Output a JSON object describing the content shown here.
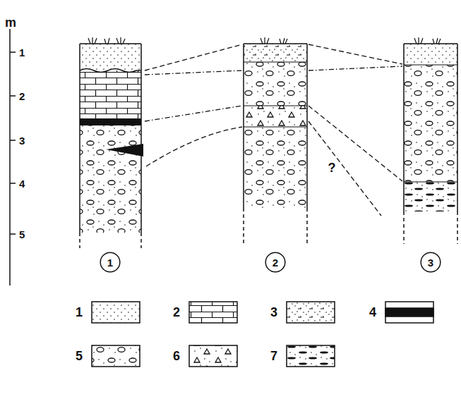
{
  "diagram": {
    "nodes": [
      {
        "text": [
          "1"
        ]
      },
      {
        "text": [
          "2"
        ]
      },
      {
        "text": [
          "3"
        ]
      }
    ],
    "labels": [
      "m",
      "1",
      "2",
      "3",
      "4",
      "5",
      "?"
    ],
    "legend": [
      {
        "text": "1"
      },
      {
        "text": "2"
      },
      {
        "text": "3"
      },
      {
        "text": "4"
      },
      {
        "text": "5"
      },
      {
        "text": "6"
      },
      {
        "text": "7"
      }
    ]
  }
}
